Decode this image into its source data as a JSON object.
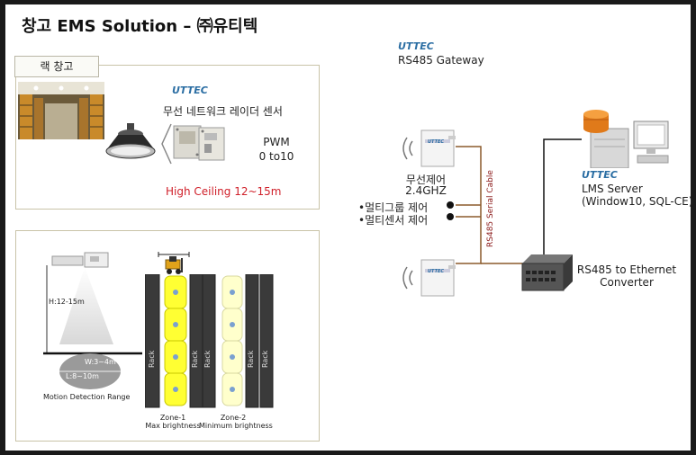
{
  "title": "창고 EMS Solution – ㈜유티텍",
  "warehouse_panel": {
    "label": "랙 창고",
    "brand": "UTTEC",
    "sensor_label": "무선 네트워크 레이더 센서",
    "pwm_label": "PWM",
    "pwm_range": "0 to10",
    "ceiling": "High Ceiling 12~15m"
  },
  "zone_panel": {
    "height_label": "H:12-15m",
    "width_label": "W:3~4m",
    "length_label": "L:8~10m",
    "detection_label": "Motion Detection Range",
    "rack_label": "Rack",
    "zone1_name": "Zone-1",
    "zone1_desc": "Max brightness",
    "zone2_name": "Zone-2",
    "zone2_desc": "Minimum brightness"
  },
  "network": {
    "gateway_brand": "UTTEC",
    "gateway_label": "RS485 Gateway",
    "wireless_control": "무선제어",
    "frequency": "2.4GHZ",
    "multi_group": "•멀티그룹 제어",
    "multi_sensor": "•멀티센서 제어",
    "cable_label": "RS485 Serial Cable",
    "server_brand": "UTTEC",
    "server_label": "LMS Server",
    "server_spec": "(Window10, SQL-CE)",
    "converter_line1": "RS485 to Ethernet",
    "converter_line2": "Converter",
    "device_brand": "UTTEC"
  },
  "colors": {
    "brand_blue": "#2b6ea3",
    "cable_brown": "#8b5a2b",
    "zone_yellow": "#ffff33",
    "ceiling_red": "#d0202a"
  }
}
